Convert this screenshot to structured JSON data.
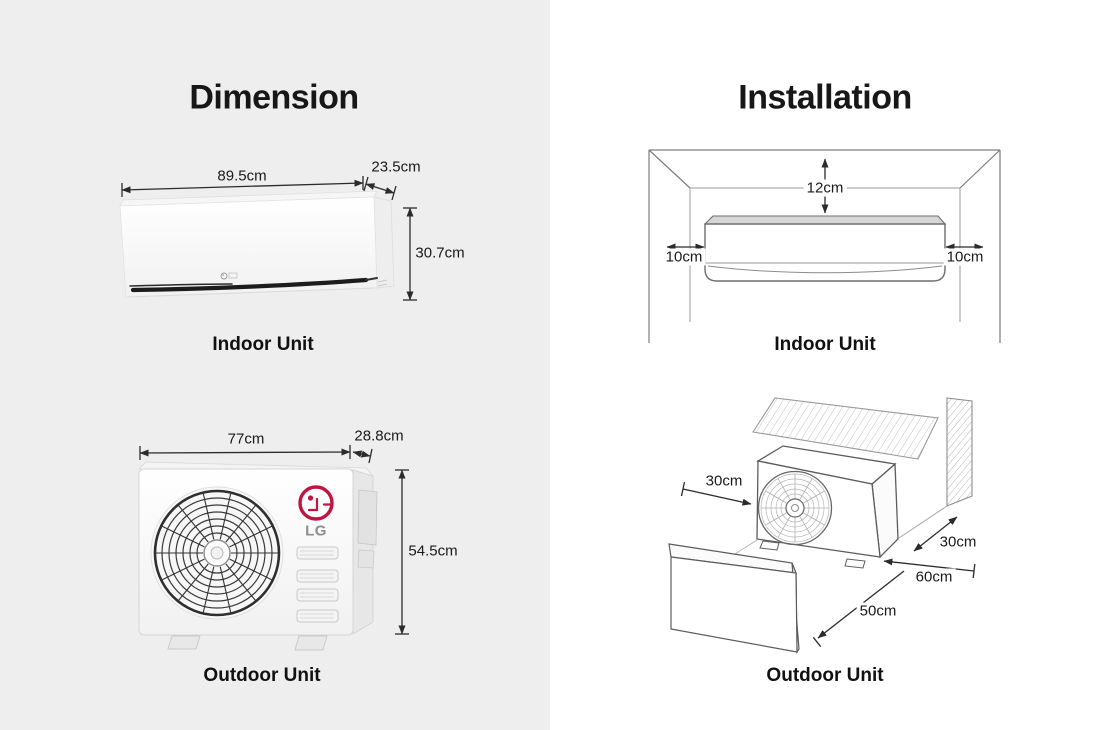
{
  "dimension_section": {
    "title": "Dimension",
    "indoor": {
      "caption": "Indoor Unit",
      "width": "89.5cm",
      "depth": "23.5cm",
      "height": "30.7cm"
    },
    "outdoor": {
      "caption": "Outdoor Unit",
      "width": "77cm",
      "depth": "28.8cm",
      "height": "54.5cm",
      "brand": "LG"
    }
  },
  "installation_section": {
    "title": "Installation",
    "indoor": {
      "caption": "Indoor Unit",
      "clearance_top": "12cm",
      "clearance_left": "10cm",
      "clearance_right": "10cm"
    },
    "outdoor": {
      "caption": "Outdoor Unit",
      "clearance_front": "30cm",
      "clearance_rear": "30cm",
      "clearance_side": "60cm",
      "clearance_diagonal": "50cm"
    }
  },
  "colors": {
    "panel_left_bg": "#eeeeee",
    "panel_right_bg": "#ffffff",
    "lg_red": "#c11440",
    "text": "#1a1a1a",
    "dimension_line": "#2b2b2b"
  }
}
